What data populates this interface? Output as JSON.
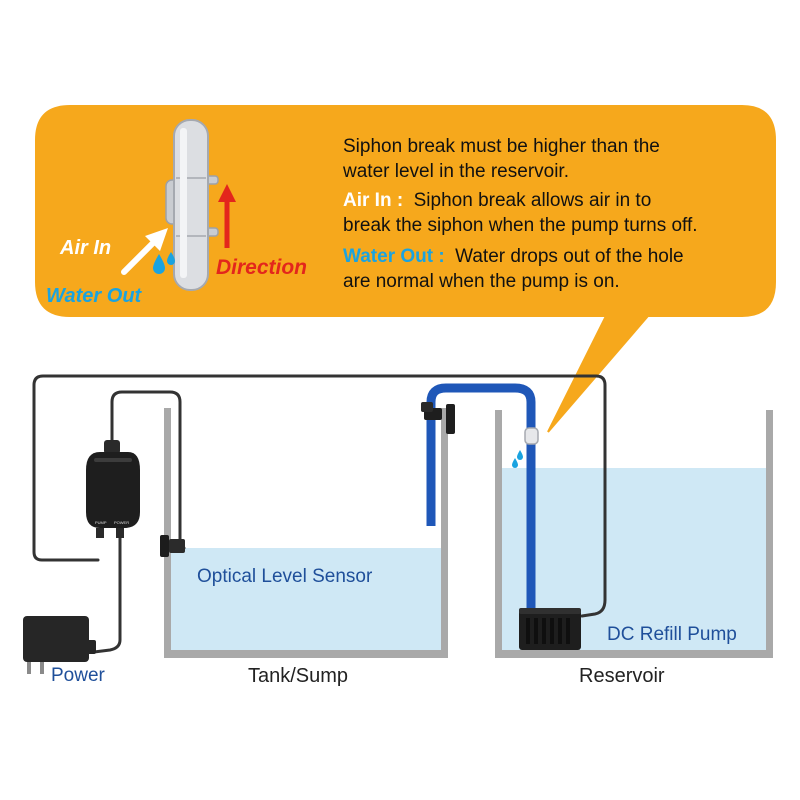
{
  "callout": {
    "note": "Siphon break must be higher than the water level in the reservoir.",
    "note_line1": "Siphon break must be higher than the",
    "note_line2": "water level in the reservoir.",
    "air_in_title": "Air In :",
    "air_in_line1": "Siphon break allows air in to",
    "air_in_line2": "break the  siphon when the pump turns off.",
    "water_out_title": "Water Out :",
    "water_out_line1": "Water drops out of the hole",
    "water_out_line2": "are normal when the pump is on.",
    "illustration": {
      "air_in": "Air In",
      "water_out": "Water Out",
      "direction": "Direction"
    }
  },
  "labels": {
    "optical_sensor": "Optical Level Sensor",
    "dc_pump": "DC Refill Pump",
    "power": "Power",
    "tank": "Tank/Sump",
    "reservoir": "Reservoir"
  },
  "controller": {
    "port_left": "PUMP",
    "port_right": "POWER"
  },
  "colors": {
    "callout_fill": "#f6a81c",
    "water": "#cfe8f5",
    "tank_wall": "#a9a9a9",
    "hose": "#1f57b8",
    "cable": "#333333",
    "direction_arrow": "#e3261c",
    "water_out_text": "#1aa3e0"
  }
}
